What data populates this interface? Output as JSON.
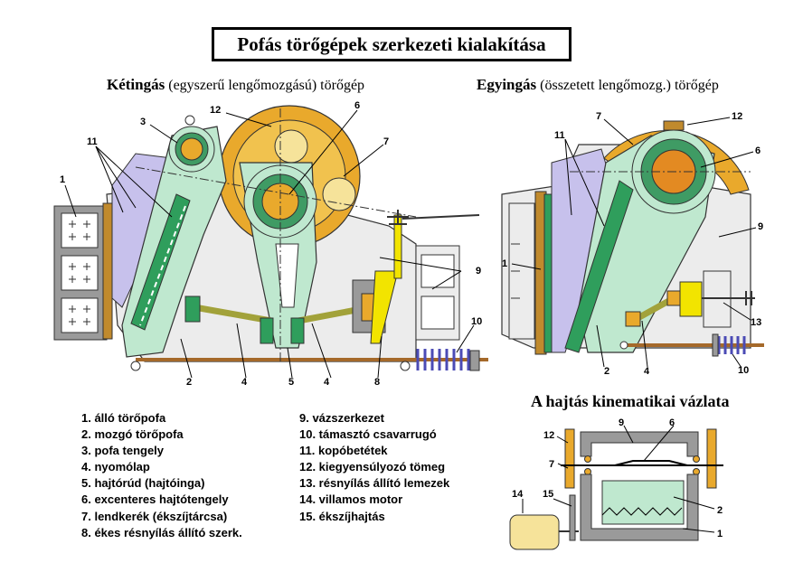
{
  "title": "Pofás törőgépek szerkezeti kialakítása",
  "left_diagram": {
    "title_main": "Kétingás",
    "title_rest": " (egyszerű lengőmozgású) törőgép",
    "callouts": [
      "1",
      "3",
      "11",
      "12",
      "6",
      "7",
      "9",
      "10",
      "2",
      "4",
      "5",
      "4",
      "8"
    ]
  },
  "right_diagram": {
    "title_main": "Egyingás",
    "title_rest": " (összetett lengőmozg.) törőgép",
    "callouts": [
      "7",
      "12",
      "11",
      "6",
      "9",
      "1",
      "13",
      "2",
      "4",
      "10"
    ]
  },
  "kinematic": {
    "title": "A hajtás kinematikai vázlata",
    "callouts": [
      "9",
      "6",
      "12",
      "7",
      "14",
      "15",
      "2",
      "1"
    ]
  },
  "legend_left": [
    "1. álló törőpofa",
    "2. mozgó törőpofa",
    "3. pofa tengely",
    "4. nyomólap",
    "5. hajtórúd (hajtóinga)",
    "6. excenteres hajtótengely",
    "7. lendkerék (ékszíjtárcsa)",
    "8. ékes résnyílás állító szerk."
  ],
  "legend_right": [
    "9. vázszerkezet",
    "10. támasztó csavarrugó",
    "11. kopóbetétek",
    "12. kiegyensúlyozó tömeg",
    "13. résnyílás állító lemezek",
    "14. villamos motor",
    "15. ékszíjhajtás"
  ],
  "colors": {
    "frame": "#ececec",
    "fixed_jaw": "#c7c1ec",
    "moving_jaw": "#bfe8cf",
    "jaw_plate": "#2f9e5c",
    "flywheel": "#e9a92c",
    "shaft": "#e38a22",
    "cream": "#f6e39a",
    "spring": "#4b4bb5",
    "adjust_wedge": "#f2e400",
    "rod": "#a5692a",
    "block_grey": "#9a9a9a"
  }
}
